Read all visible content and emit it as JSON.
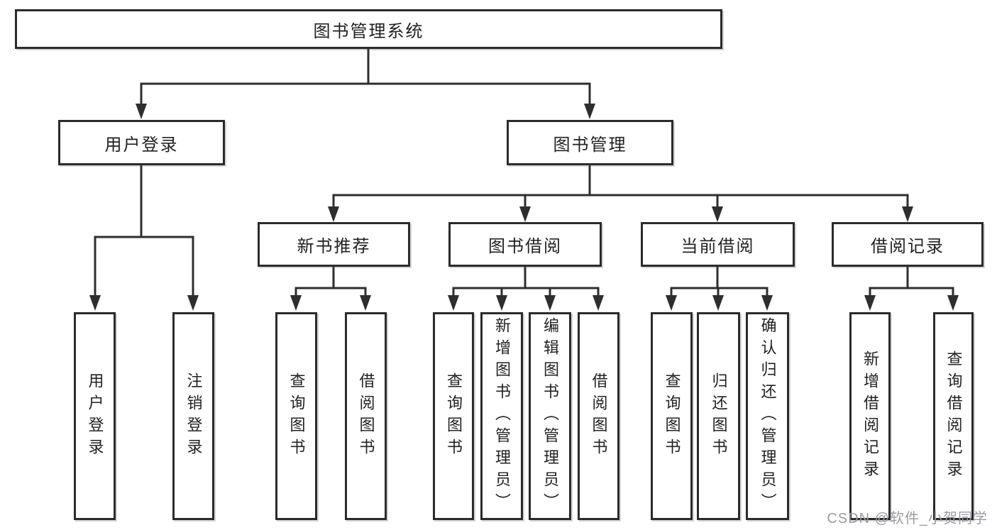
{
  "diagram": {
    "watermark": "CSDN @软件_小贺同学",
    "colors": {
      "line": "#2e2e2e",
      "border": "#2b2b2b",
      "text": "#222222",
      "watermark": "#9b9ba1",
      "background": "#ffffff"
    },
    "tree": {
      "label": "图书管理系统",
      "children": [
        {
          "label": "用户登录",
          "children": [
            {
              "label": "用户登录"
            },
            {
              "label": "注销登录"
            }
          ]
        },
        {
          "label": "图书管理",
          "children": [
            {
              "label": "新书推荐",
              "children": [
                {
                  "label": "查询图书"
                },
                {
                  "label": "借阅图书"
                }
              ]
            },
            {
              "label": "图书借阅",
              "children": [
                {
                  "label": "查询图书"
                },
                {
                  "label": "新增图书（管理员）"
                },
                {
                  "label": "编辑图书（管理员）"
                },
                {
                  "label": "借阅图书"
                }
              ]
            },
            {
              "label": "当前借阅",
              "children": [
                {
                  "label": "查询图书"
                },
                {
                  "label": "归还图书"
                },
                {
                  "label": "确认归还（管理员）"
                }
              ]
            },
            {
              "label": "借阅记录",
              "children": [
                {
                  "label": "新增借阅记录"
                },
                {
                  "label": "查询借阅记录"
                }
              ]
            }
          ]
        }
      ]
    }
  }
}
